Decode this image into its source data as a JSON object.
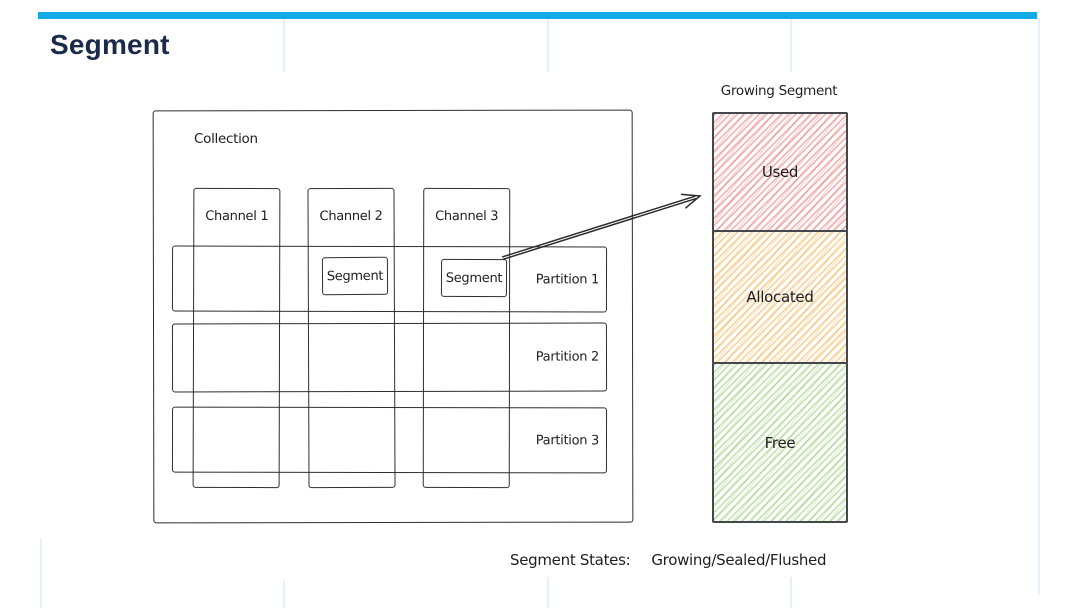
{
  "slide": {
    "title": "Segment",
    "accent_color": "#14a9e7",
    "title_color": "#1b2a4a"
  },
  "diagram": {
    "collection": {
      "label": "Collection"
    },
    "channels": [
      {
        "label": "Channel 1"
      },
      {
        "label": "Channel 2"
      },
      {
        "label": "Channel 3"
      }
    ],
    "partitions": [
      {
        "label": "Partition 1"
      },
      {
        "label": "Partition 2"
      },
      {
        "label": "Partition 3"
      }
    ],
    "segments": [
      {
        "label": "Segment",
        "location": "Channel 2 / Partition 1"
      },
      {
        "label": "Segment",
        "location": "Channel 3 / Partition 1"
      }
    ],
    "growing_segment": {
      "title": "Growing Segment",
      "blocks": [
        {
          "label": "Used",
          "hatch_color": "#e24e4e"
        },
        {
          "label": "Allocated",
          "hatch_color": "#f09e26"
        },
        {
          "label": "Free",
          "hatch_color": "#76b948"
        }
      ]
    },
    "caption": {
      "label": "Segment States:",
      "value": "Growing/Sealed/Flushed"
    }
  }
}
